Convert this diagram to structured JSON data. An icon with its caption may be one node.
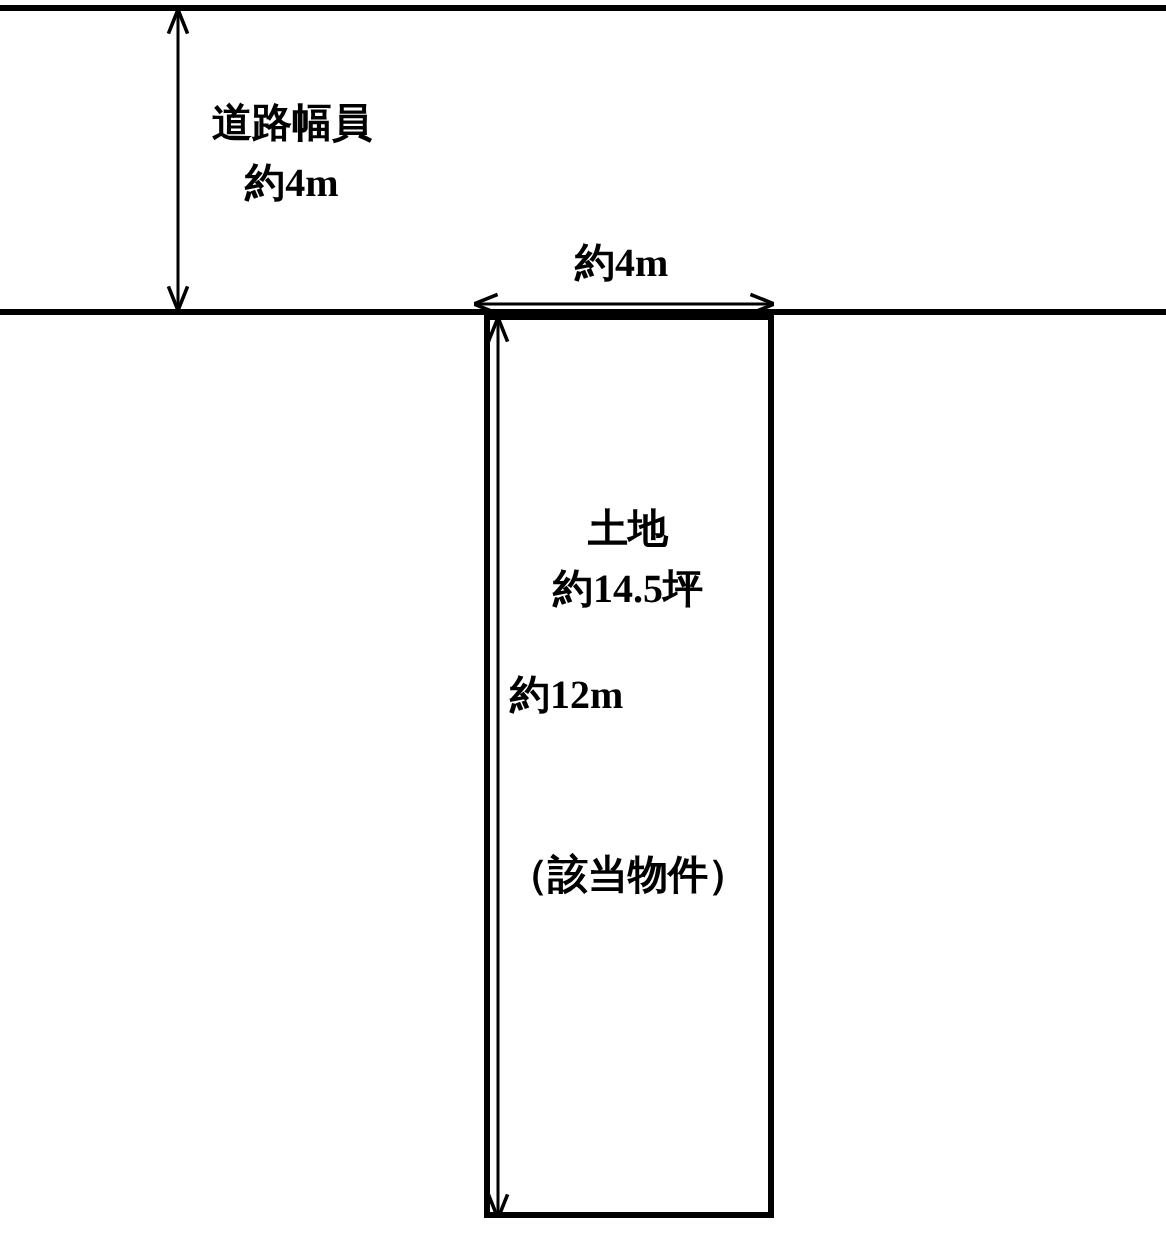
{
  "diagram": {
    "nodes": [
      {
        "text": [
          "土地約14.5坪",
          "（該当物件）"
        ]
      }
    ],
    "edges": [],
    "labels": [
      "道路幅員約4m",
      "約4m",
      "約12m"
    ]
  }
}
